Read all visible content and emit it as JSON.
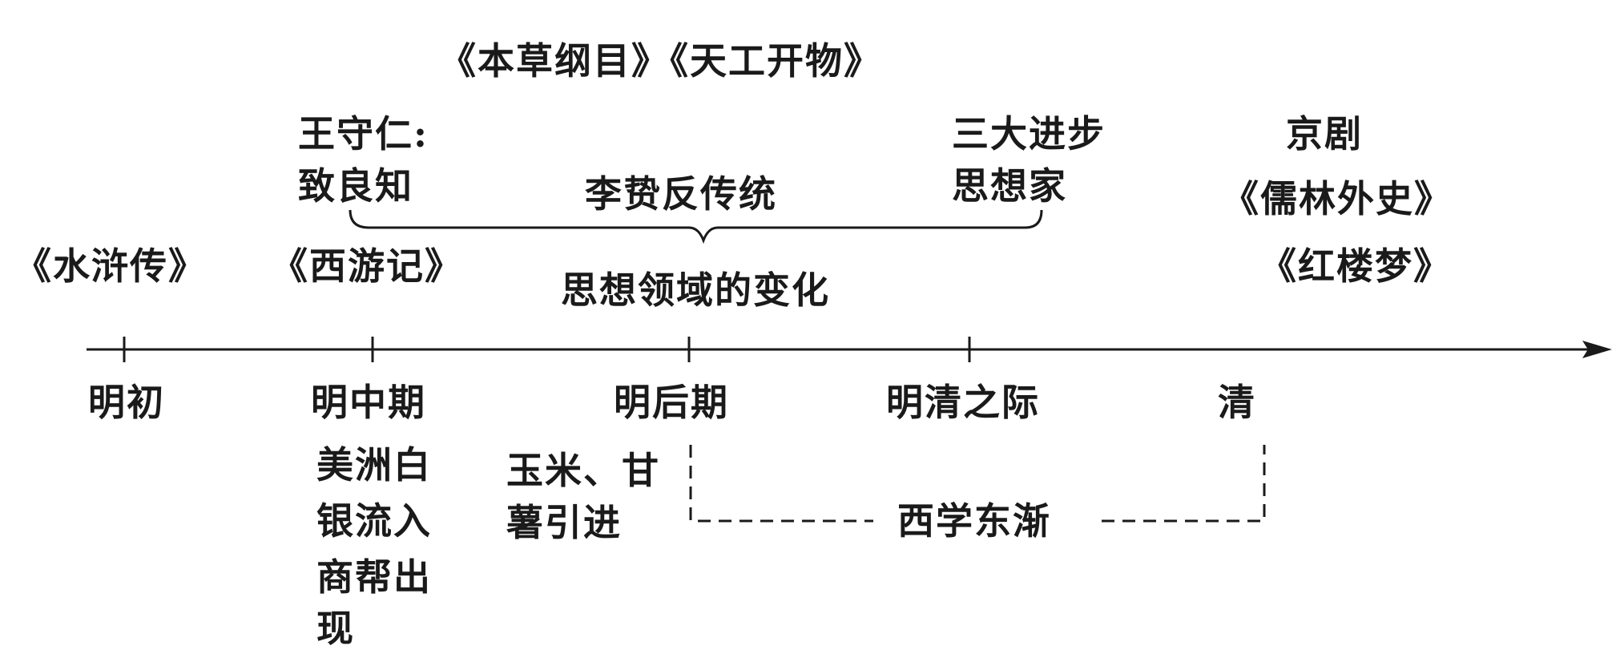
{
  "top": {
    "books_ming": "《本草纲目》《天工开物》",
    "wang_line1": "王守仁:",
    "wang_line2": "致良知",
    "li_zhi": "李贽反传统",
    "three_line1": "三大进步",
    "three_line2": "思想家",
    "qing_line1": "京剧",
    "qing_line2": "《儒林外史》",
    "qing_line3": "《红楼梦》",
    "shuihu": "《水浒传》",
    "xiyou": "《西游记》",
    "thought_change": "思想领域的变化"
  },
  "periods": [
    "明初",
    "明中期",
    "明后期",
    "明清之际",
    "清"
  ],
  "bottom": {
    "silver_lines": [
      "美洲白",
      "银流入",
      "商帮出",
      "现"
    ],
    "corn_line1": "玉米、甘",
    "corn_line2": "薯引进",
    "western": "西学东渐"
  }
}
